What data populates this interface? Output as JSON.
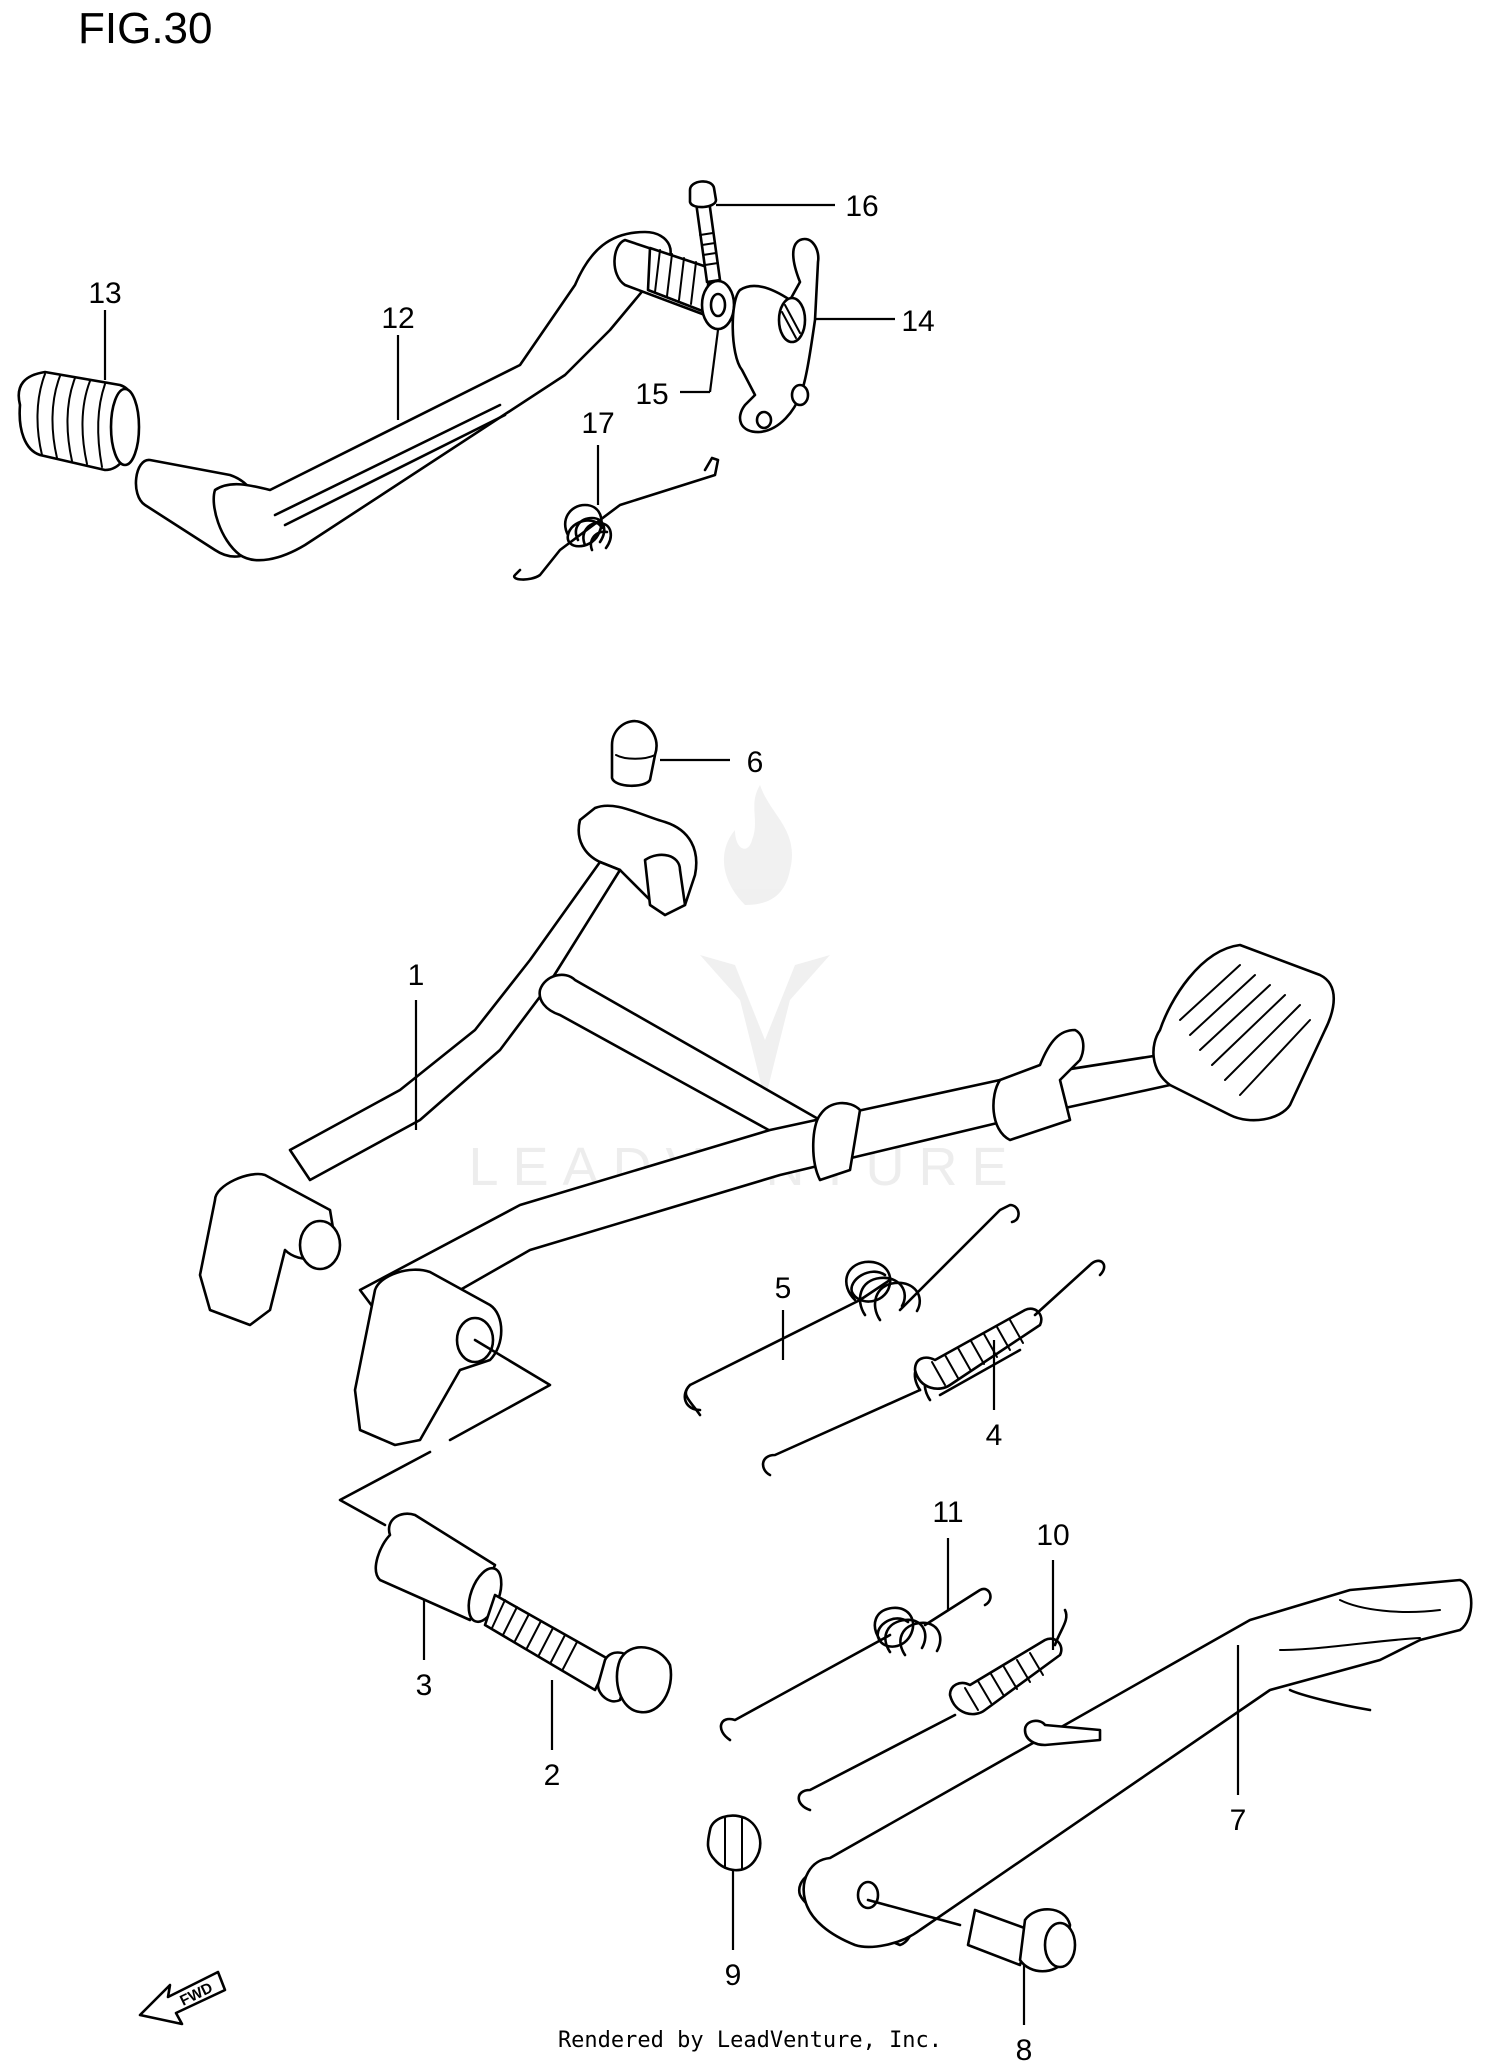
{
  "figure": {
    "title": "FIG.30"
  },
  "callouts": [
    "1",
    "2",
    "3",
    "4",
    "5",
    "6",
    "7",
    "8",
    "9",
    "10",
    "11",
    "12",
    "13",
    "14",
    "15",
    "16",
    "17"
  ],
  "direction_marker": {
    "label": "FWD"
  },
  "watermark": {
    "text": "LEADVENTURE",
    "icon": "flame-v-logo-icon"
  },
  "footer": {
    "text": "Rendered by LeadVenture, Inc."
  }
}
